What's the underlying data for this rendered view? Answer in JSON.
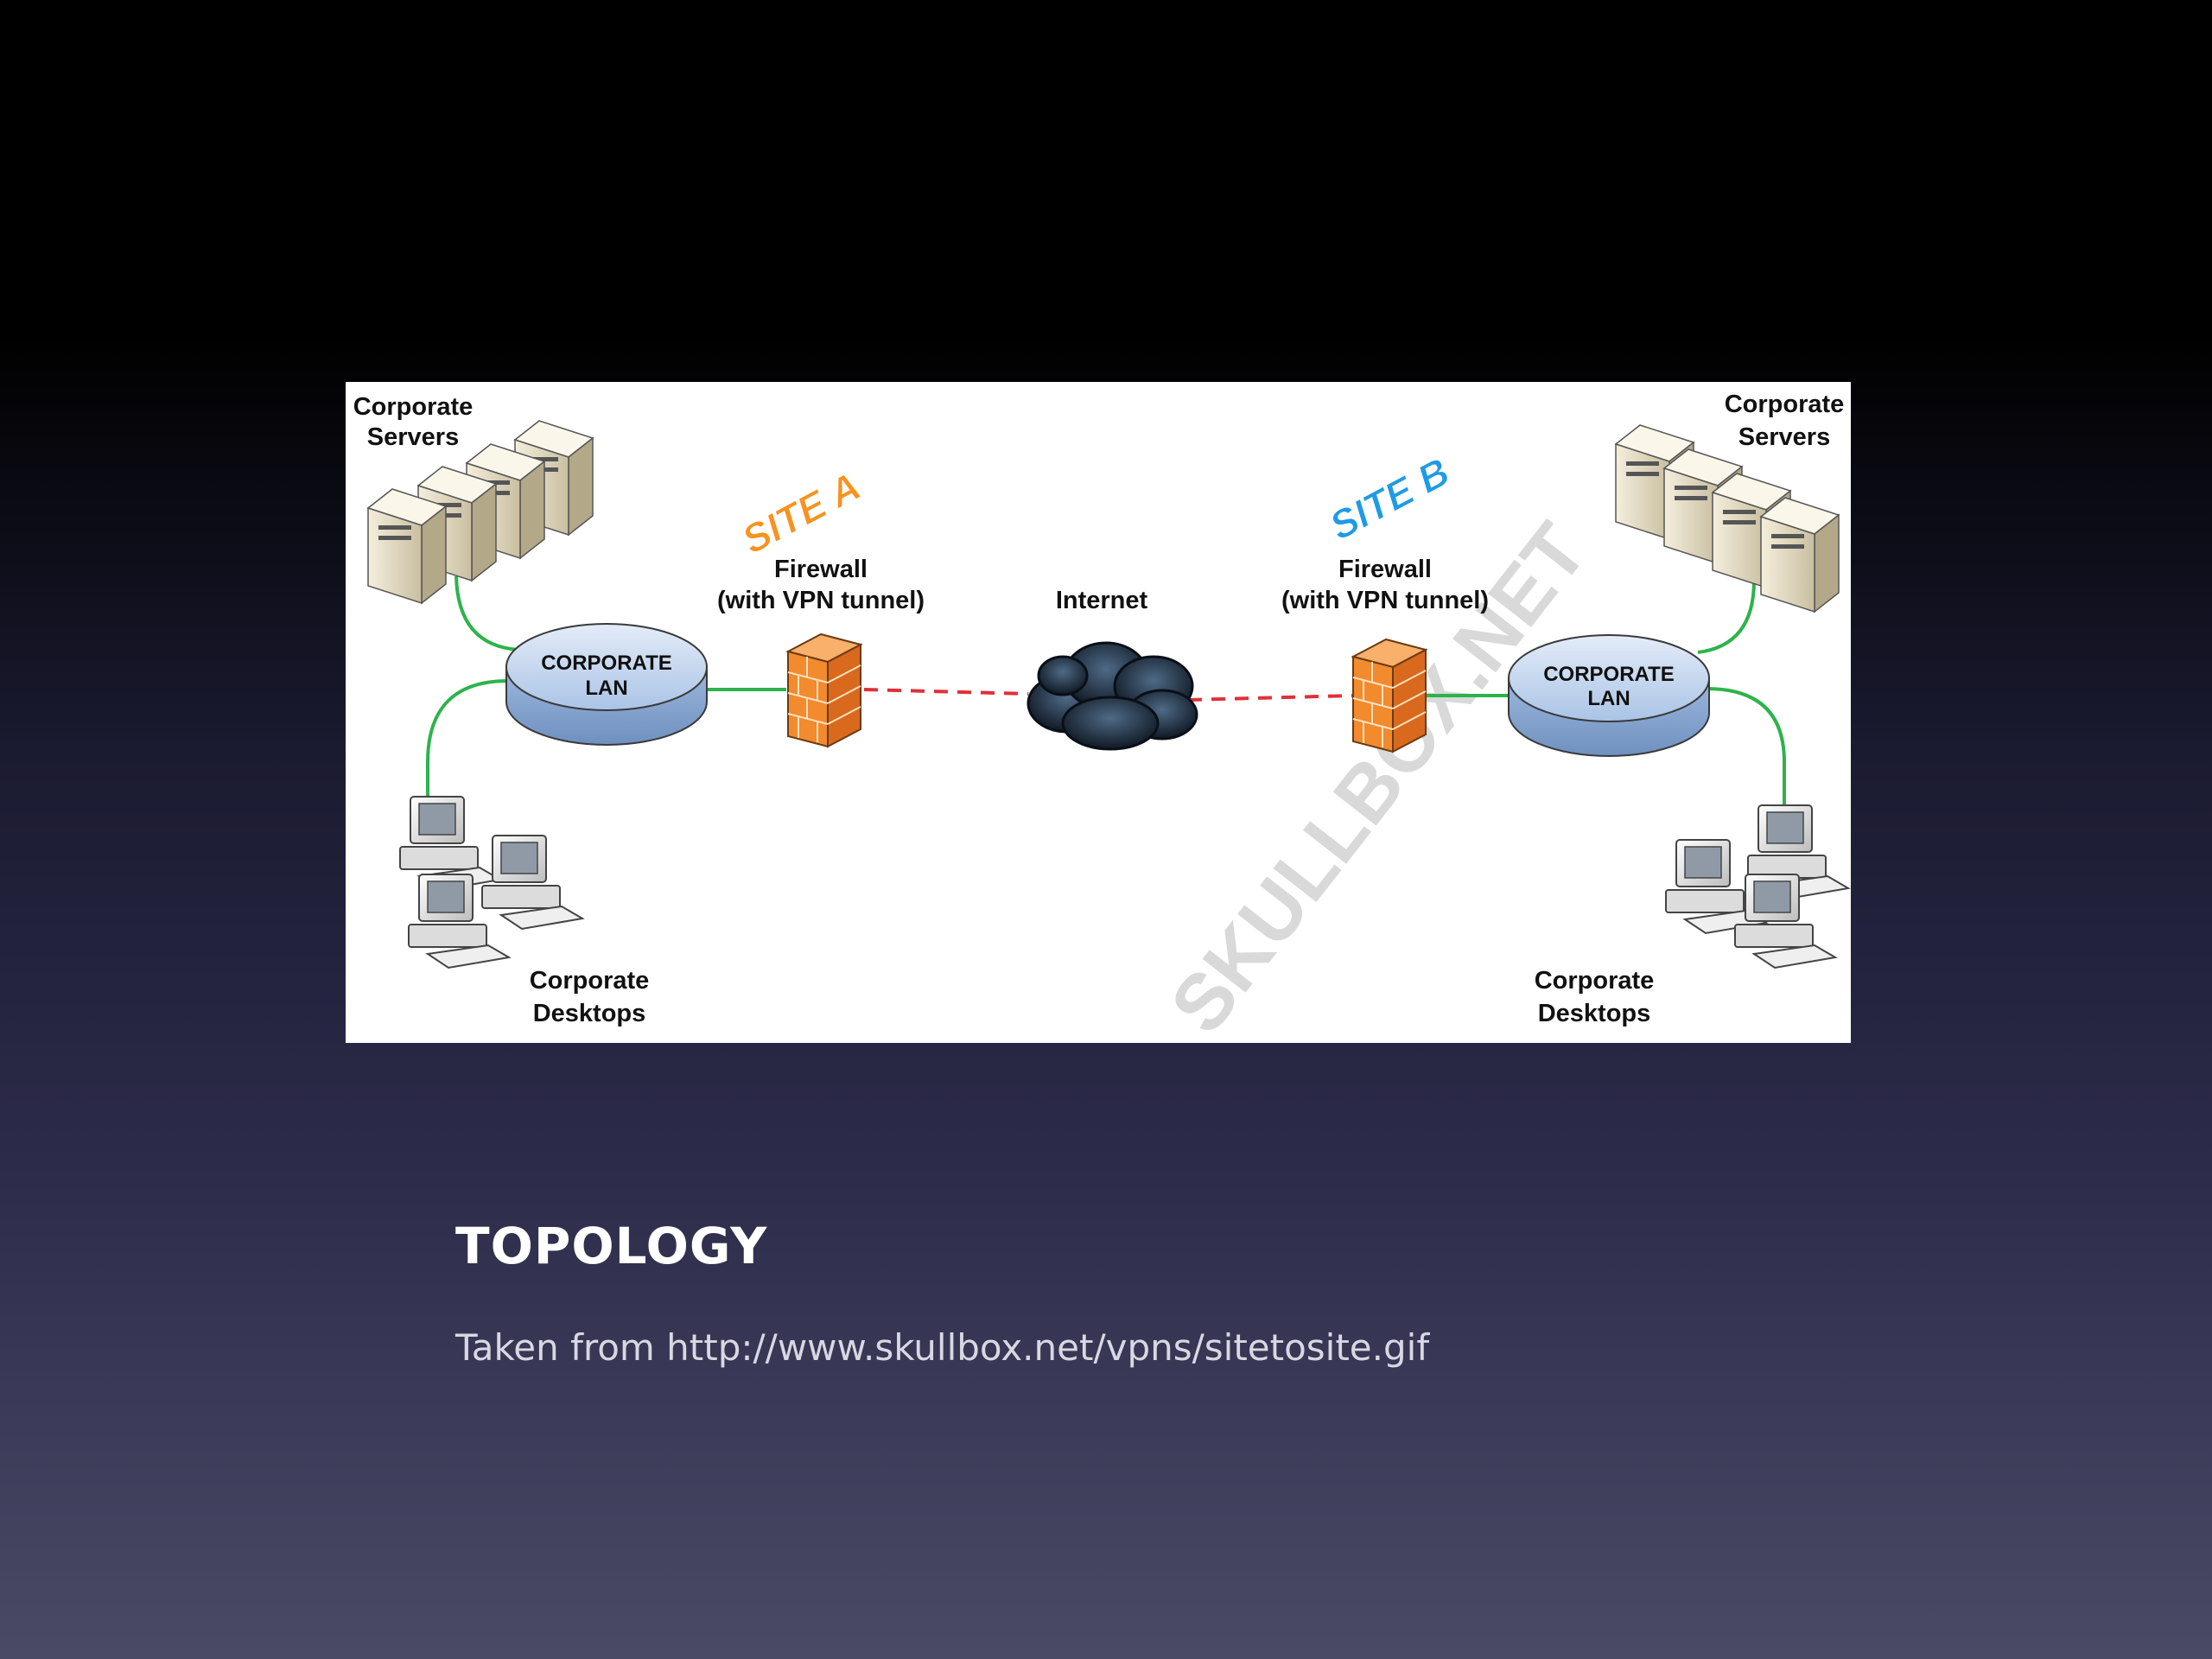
{
  "slide": {
    "title": "TOPOLOGY",
    "caption": "Taken from http://www.skullbox.net/vpns/sitetosite.gif"
  },
  "diagram": {
    "site_a": "SITE A",
    "site_b": "SITE B",
    "watermark": "SKULLBOX.NET",
    "servers_a": [
      "Corporate",
      "Servers"
    ],
    "servers_b": [
      "Corporate",
      "Servers"
    ],
    "desktops_a": [
      "Corporate",
      "Desktops"
    ],
    "desktops_b": [
      "Corporate",
      "Desktops"
    ],
    "lan_a": [
      "CORPORATE",
      "LAN"
    ],
    "lan_b": [
      "CORPORATE",
      "LAN"
    ],
    "firewall_a": [
      "Firewall",
      "(with VPN tunnel)"
    ],
    "firewall_b": [
      "Firewall",
      "(with VPN tunnel)"
    ],
    "internet": "Internet",
    "colors": {
      "site_a": "#f7931e",
      "site_b": "#1e9be6",
      "link": "#2db34a",
      "vpn_tunnel": "#e0303a",
      "lan_disk": "#a9c4e6",
      "firewall": "#f28a2e"
    }
  }
}
